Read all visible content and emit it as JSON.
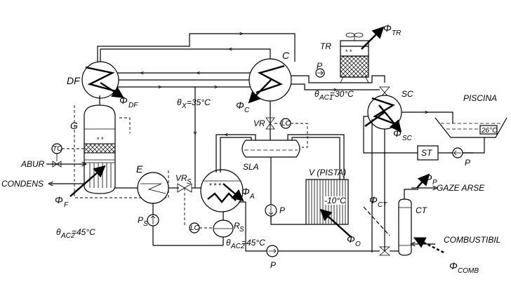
{
  "labels": {
    "df": "DF",
    "phi_df": "Φ",
    "phi_df_sub": "DF",
    "c": "C",
    "phi_c": "Φ",
    "phi_c_sub": "C",
    "theta_x": "θ",
    "theta_x_sub": "X",
    "theta_x_val": "=35°C",
    "tr": "TR",
    "phi_tr": "Φ",
    "phi_tr_sub": "TR",
    "p_top": "P",
    "theta_ac1": "θ",
    "theta_ac1_sub": "AC1",
    "theta_ac1_val": "=30°C",
    "sc": "SC",
    "phi_sc": "Φ",
    "phi_sc_sub": "SC",
    "piscina": "PISCINA",
    "pool_temp": "26°C",
    "st": "ST",
    "p_pool": "P",
    "g": "G",
    "tc": "TC",
    "abur": "ABUR",
    "condens": "CONDENS",
    "phi_f": "Φ",
    "phi_f_sub": "F",
    "e": "E",
    "vrs": "VR",
    "vrs_sub": "S",
    "ps": "P",
    "ps_sub": "S",
    "lc1": "LC",
    "lc2": "LC",
    "rs": "R",
    "rs_sub": "S",
    "phi_a": "Φ",
    "phi_a_sub": "A",
    "vr": "VR",
    "sla": "SLA",
    "v_pista": "V (PISTA)",
    "rink_temp": "-10°C",
    "phi_o": "Φ",
    "phi_o_sub": "O",
    "p_mid": "P",
    "theta_ac2_left": "θ",
    "theta_ac2_left_sub": "AC2",
    "theta_ac2_left_val": "=45°C",
    "theta_ac2_right": "θ",
    "theta_ac2_right_sub": "AC2",
    "theta_ac2_right_val": "=45°C",
    "p_bottom": "P",
    "phi_p": "Φ",
    "phi_p_sub": "P",
    "gaze_arse": "GAZE ARSE",
    "phi_ct": "Φ",
    "phi_ct_sub": "CT",
    "ct": "CT",
    "combustibil": "COMBUSTIBIL",
    "phi_comb": "Φ",
    "phi_comb_sub": "COMB"
  }
}
